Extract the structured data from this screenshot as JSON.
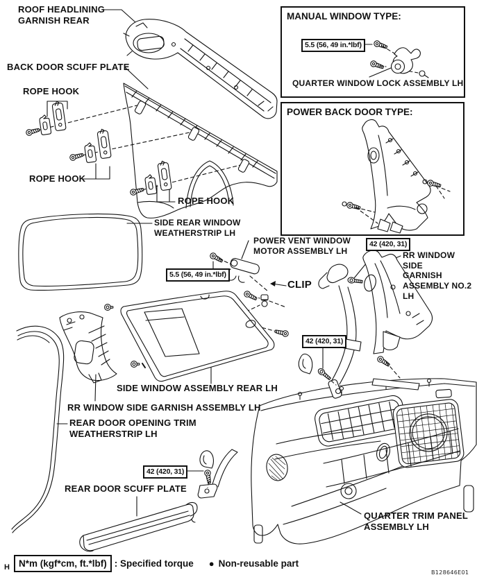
{
  "figure": {
    "page_letter": "H",
    "code": "B128646E01"
  },
  "colors": {
    "ink": "#111111",
    "background": "#ffffff"
  },
  "labels": {
    "roof_headlining_garnish": "ROOF HEADLINING\nGARNISH REAR",
    "back_door_scuff_plate": "BACK DOOR SCUFF PLATE",
    "rope_hook_top": "ROPE HOOK",
    "rope_hook_mid": "ROPE HOOK",
    "rope_hook_bottom": "ROPE HOOK",
    "side_rear_window_weatherstrip": "SIDE REAR WINDOW\nWEATHERSTRIP LH",
    "power_vent_window_motor": "POWER VENT WINDOW\nMOTOR ASSEMBLY LH",
    "clip": "CLIP",
    "rr_window_side_garnish_no2": "RR WINDOW SIDE\nGARNISH\nASSEMBLY NO.2\nLH",
    "side_window_assembly_rear": "SIDE WINDOW ASSEMBLY REAR LH",
    "rr_window_side_garnish": "RR WINDOW SIDE GARNISH ASSEMBLY LH",
    "rear_door_opening_trim": "REAR DOOR OPENING TRIM\nWEATHERSTRIP LH",
    "rear_door_scuff_plate": "REAR DOOR SCUFF PLATE",
    "quarter_trim_panel": "QUARTER TRIM PANEL\nASSEMBLY LH"
  },
  "insets": {
    "manual_window": {
      "title": "MANUAL WINDOW TYPE:",
      "torque": "5.5 (56, 49 in.*lbf)",
      "part": "QUARTER WINDOW LOCK ASSEMBLY LH"
    },
    "power_back_door": {
      "title": "POWER BACK DOOR TYPE:"
    }
  },
  "torque_specs": {
    "vent_window_bolt": "5.5 (56, 49 in.*lbf)",
    "belt_upper_anchor": "42 (420, 31)",
    "belt_lower_anchor": "42 (420, 31)",
    "belt_floor_anchor": "42 (420, 31)"
  },
  "legend": {
    "torque_unit": "N*m (kgf*cm, ft.*lbf)",
    "torque_desc": ": Specified torque",
    "dot": "●",
    "nonreusable_desc": "Non-reusable part"
  }
}
